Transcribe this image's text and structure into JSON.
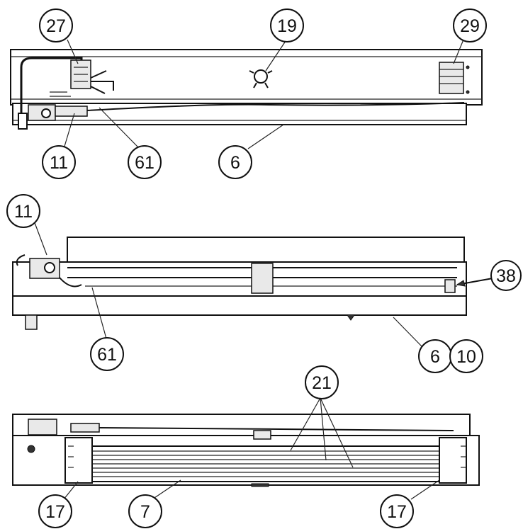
{
  "callouts": {
    "top": [
      "27",
      "19",
      "29",
      "11",
      "61",
      "6"
    ],
    "middle": [
      "11",
      "38",
      "61",
      "6",
      "10"
    ],
    "bottom": [
      "21",
      "17",
      "7",
      "17"
    ]
  }
}
